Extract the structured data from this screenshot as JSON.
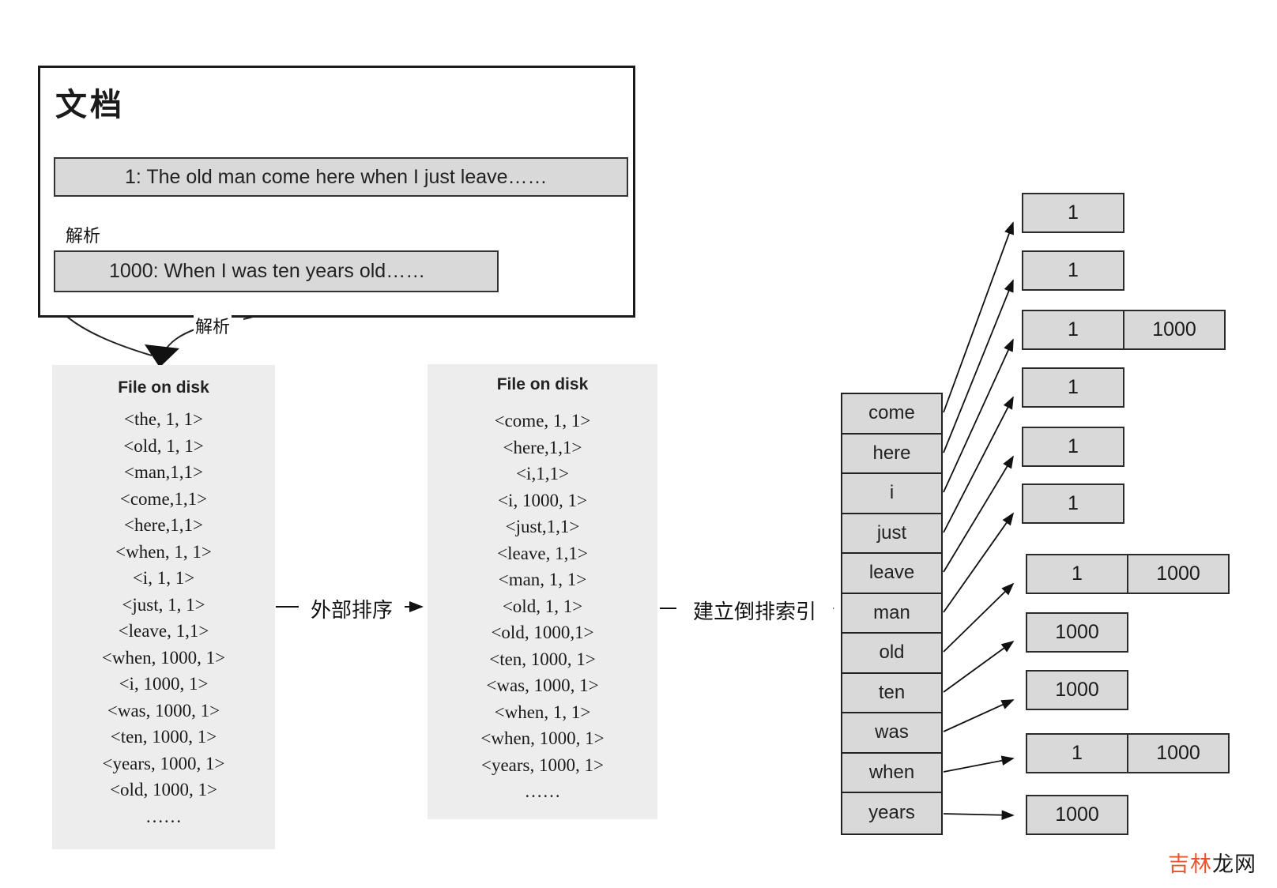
{
  "palette": {
    "box_fill": "#d9d9d9",
    "panel_fill": "#ededed",
    "line": "#1a1a1a",
    "watermark_red": "#e8552c"
  },
  "doc_panel": {
    "title": "文档",
    "doc1": "1: The old man come here when I just leave……",
    "doc2": "1000: When I was ten years old……",
    "parse1": "解析",
    "parse2": "解析"
  },
  "arrow_sort": {
    "label": "外部排序"
  },
  "arrow_build": {
    "label": "建立倒排索引"
  },
  "file_box_1": {
    "title": "File on disk",
    "lines": [
      "<the, 1, 1>",
      "<old, 1, 1>",
      "<man,1,1>",
      "<come,1,1>",
      "<here,1,1>",
      "<when, 1, 1>",
      "<i, 1, 1>",
      "<just, 1, 1>",
      "<leave, 1,1>",
      "<when, 1000, 1>",
      "<i, 1000, 1>",
      "<was, 1000, 1>",
      "<ten, 1000, 1>",
      "<years, 1000, 1>",
      "<old, 1000, 1>",
      "……"
    ]
  },
  "file_box_2": {
    "title": "File on disk",
    "lines": [
      "<come, 1, 1>",
      "<here,1,1>",
      "<i,1,1>",
      "<i, 1000, 1>",
      "<just,1,1>",
      "<leave, 1,1>",
      "<man, 1, 1>",
      "<old, 1, 1>",
      "<old, 1000,1>",
      "<ten, 1000, 1>",
      "<was, 1000, 1>",
      "<when, 1, 1>",
      "<when, 1000, 1>",
      "<years, 1000, 1>",
      "……"
    ]
  },
  "index": {
    "words": [
      "come",
      "here",
      "i",
      "just",
      "leave",
      "man",
      "old",
      "ten",
      "was",
      "when",
      "years"
    ],
    "postings": [
      [
        "1"
      ],
      [
        "1"
      ],
      [
        "1",
        "1000"
      ],
      [
        "1"
      ],
      [
        "1"
      ],
      [
        "1"
      ],
      [
        "1",
        "1000"
      ],
      [
        "1000"
      ],
      [
        "1000"
      ],
      [
        "1",
        "1000"
      ],
      [
        "1000"
      ]
    ]
  },
  "watermark": {
    "left": "吉林",
    "right": "龙网"
  }
}
